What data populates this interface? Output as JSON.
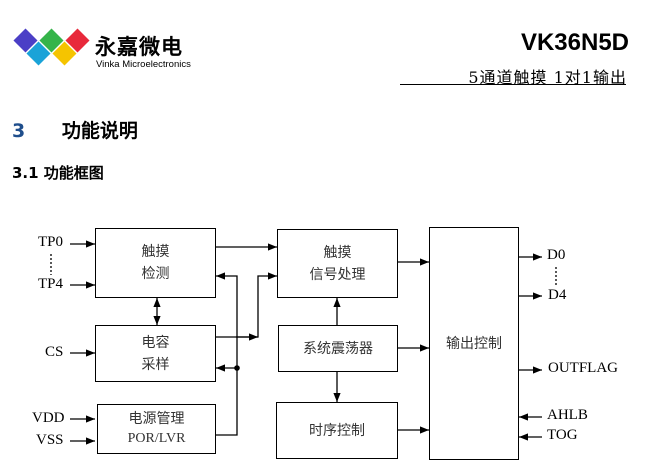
{
  "header": {
    "logo": {
      "cn_name": "永嘉微电",
      "en_name": "Vinka Microelectronics",
      "colors": [
        "#4b3fc6",
        "#1aa3d8",
        "#35b44a",
        "#f5c400",
        "#e8293b"
      ]
    },
    "model": "VK36N5D",
    "subtitle": "5通道触摸 1对1输出"
  },
  "section": {
    "number": "3",
    "number_color": "#1f4e8c",
    "title": "功能说明",
    "subsection": "3.1  功能框图"
  },
  "diagram": {
    "blocks": {
      "touch_detect": [
        "触摸",
        "检测"
      ],
      "cap_sample": [
        "电容",
        "采样"
      ],
      "power": [
        "电源管理",
        "POR/LVR"
      ],
      "signal_proc": [
        "触摸",
        "信号处理"
      ],
      "oscillator": "系统震荡器",
      "timing": "时序控制",
      "output_ctrl": "输出控制"
    },
    "inputs": {
      "tp0": "TP0",
      "tp4": "TP4",
      "cs": "CS",
      "vdd": "VDD",
      "vss": "VSS",
      "ahlb": "AHLB",
      "tog": "TOG"
    },
    "outputs": {
      "d0": "D0",
      "d4": "D4",
      "outflag": "OUTFLAG"
    }
  }
}
